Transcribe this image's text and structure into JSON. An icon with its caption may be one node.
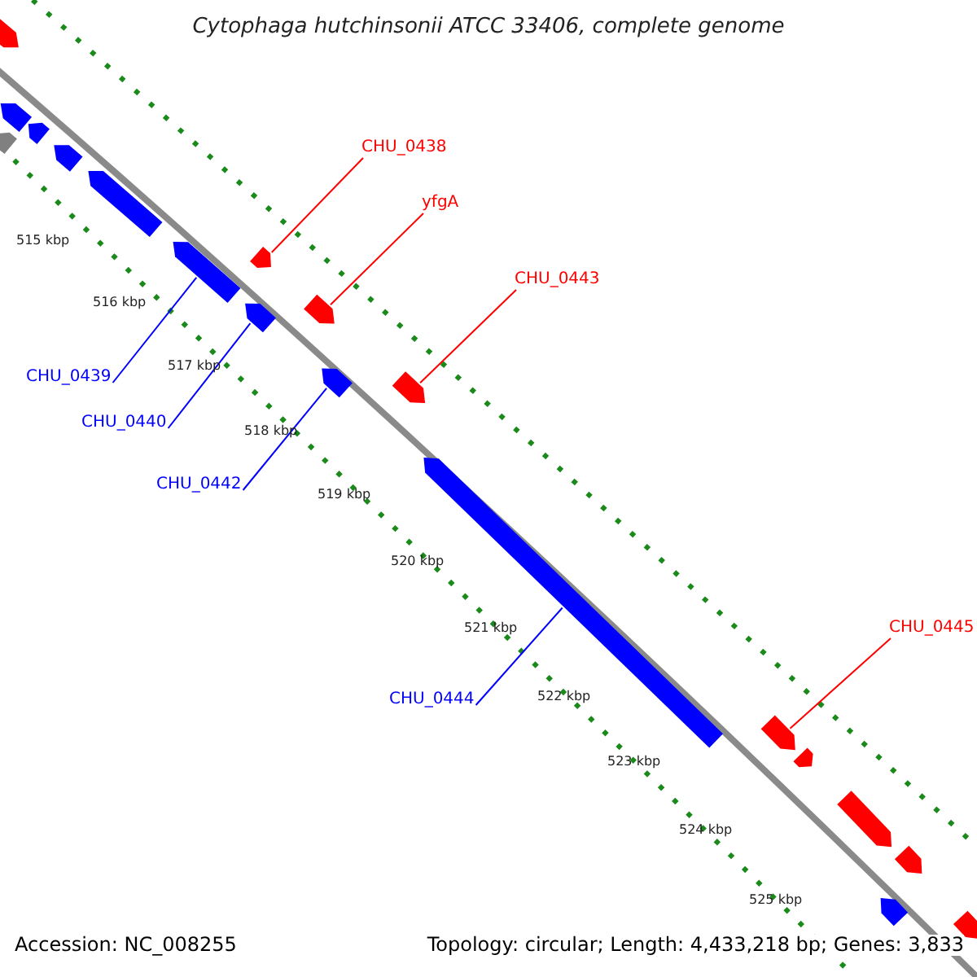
{
  "diagram": {
    "title": "Cytophaga hutchinsonii ATCC 33406, complete genome",
    "nodes": [
      {
        "text": [
          "CHU_0438"
        ]
      },
      {
        "text": [
          "yfgA"
        ]
      },
      {
        "text": [
          "CHU_0443"
        ]
      },
      {
        "text": [
          "CHU_0445"
        ]
      },
      {
        "text": [
          "CHU_0439"
        ]
      },
      {
        "text": [
          "CHU_0440"
        ]
      },
      {
        "text": [
          "CHU_0442"
        ]
      },
      {
        "text": [
          "CHU_0444"
        ]
      },
      {
        "text": [],
        "shape": "bar"
      },
      {
        "text": [],
        "shape": "bar"
      },
      {
        "text": [],
        "shape": "bar"
      },
      {
        "text": [],
        "shape": "bar"
      },
      {
        "text": [],
        "shape": "bar"
      },
      {
        "text": [],
        "shape": "bar"
      },
      {
        "text": [],
        "shape": "bar"
      },
      {
        "text": [],
        "shape": "bar"
      },
      {
        "text": [],
        "shape": "bar"
      },
      {
        "text": [],
        "shape": "bar"
      },
      {
        "text": [],
        "shape": "bar"
      },
      {
        "text": [],
        "shape": "bar"
      },
      {
        "text": [],
        "shape": "bar"
      },
      {
        "text": [],
        "shape": "bar"
      },
      {
        "text": [],
        "shape": "bar"
      },
      {
        "text": [],
        "shape": "bar"
      },
      {
        "text": [],
        "shape": "bar"
      },
      {
        "text": [],
        "shape": "bar"
      },
      {
        "text": [],
        "shape": "bar"
      }
    ],
    "edges": [
      {
        "from": 0,
        "to": 8,
        "arrow": "none",
        "color": "#ff0000"
      },
      {
        "from": 1,
        "to": 9,
        "arrow": "none",
        "color": "#ff0000"
      },
      {
        "from": 2,
        "to": 10,
        "arrow": "none",
        "color": "#ff0000"
      },
      {
        "from": 3,
        "to": 11,
        "arrow": "none",
        "color": "#ff0000"
      },
      {
        "from": 4,
        "to": 12,
        "arrow": "none",
        "color": "#0000ff"
      },
      {
        "from": 5,
        "to": 13,
        "arrow": "none",
        "color": "#0000ff"
      },
      {
        "from": 6,
        "to": 14,
        "arrow": "none",
        "color": "#0000ff"
      },
      {
        "from": 7,
        "to": 15,
        "arrow": "none",
        "color": "#0000ff"
      }
    ],
    "labels": [
      "515 kbp",
      "516 kbp",
      "517 kbp",
      "518 kbp",
      "519 kbp",
      "520 kbp",
      "521 kbp",
      "522 kbp",
      "523 kbp",
      "524 kbp",
      "525 kbp",
      "Accession: NC_008255",
      "Topology: circular; Length: 4,433,218 bp; Genes: 3,833"
    ]
  }
}
